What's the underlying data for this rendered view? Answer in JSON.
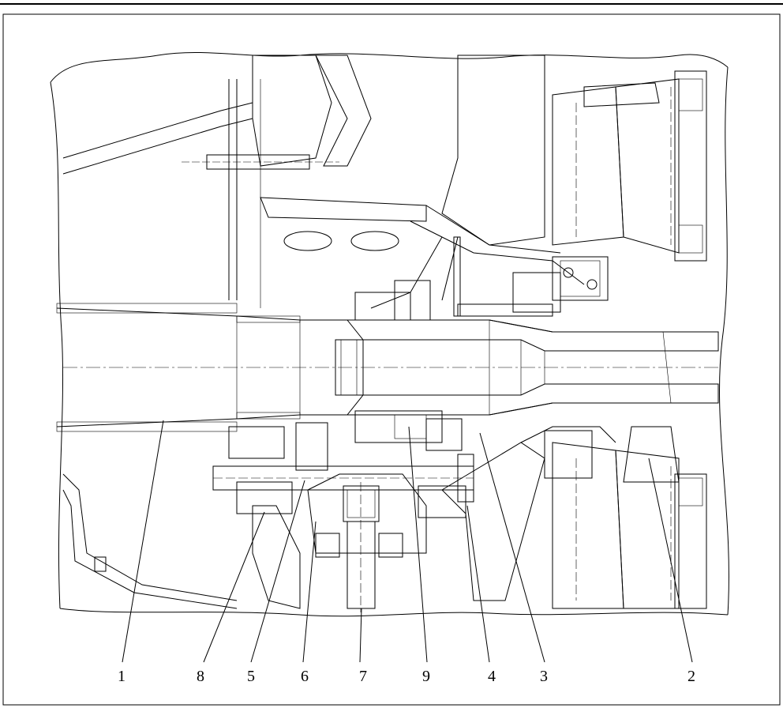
{
  "figure": {
    "callouts": [
      {
        "id": "c1",
        "label": "1"
      },
      {
        "id": "c8",
        "label": "8"
      },
      {
        "id": "c5",
        "label": "5"
      },
      {
        "id": "c6",
        "label": "6"
      },
      {
        "id": "c7",
        "label": "7"
      },
      {
        "id": "c9",
        "label": "9"
      },
      {
        "id": "c4",
        "label": "4"
      },
      {
        "id": "c3",
        "label": "3"
      },
      {
        "id": "c2",
        "label": "2"
      }
    ]
  }
}
